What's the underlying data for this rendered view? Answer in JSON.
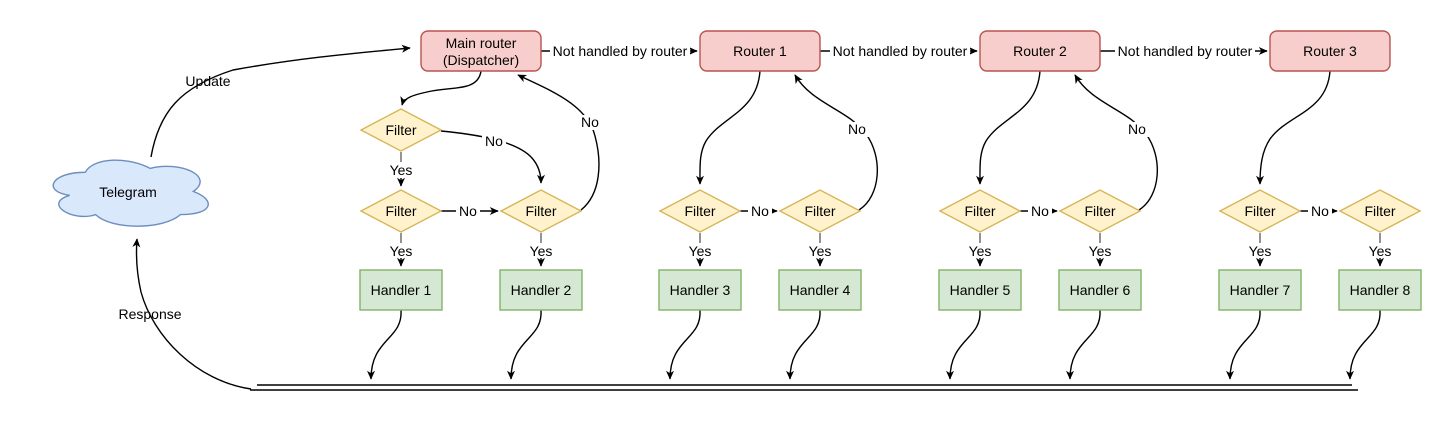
{
  "colors": {
    "background": "#ffffff",
    "cloud_fill": "#dae8fc",
    "cloud_stroke": "#6c8ebf",
    "router_fill": "#f8cecc",
    "router_stroke": "#b85450",
    "filter_fill": "#fff2cc",
    "filter_stroke": "#d6b656",
    "handler_fill": "#d5e8d4",
    "handler_stroke": "#82b366",
    "edge": "#000000",
    "edge_stub": "#666666",
    "text": "#000000"
  },
  "cloud": {
    "label": "Telegram"
  },
  "edges": {
    "update_label": "Update",
    "response_label": "Response",
    "not_handled_labels": [
      "Not handled by router",
      "Not handled by router",
      "Not handled by router"
    ],
    "yes_labels": [
      "Yes",
      "Yes",
      "Yes",
      "Yes",
      "Yes",
      "Yes",
      "Yes",
      "Yes",
      "Yes"
    ],
    "no_labels": [
      "No",
      "No",
      "No",
      "No",
      "No",
      "No",
      "No",
      "No"
    ]
  },
  "routers": {
    "main": {
      "line1": "Main router",
      "line2": "(Dispatcher)"
    },
    "sub": [
      {
        "label": "Router 1"
      },
      {
        "label": "Router 2"
      },
      {
        "label": "Router 3"
      }
    ]
  },
  "filters": [
    "Filter",
    "Filter",
    "Filter",
    "Filter",
    "Filter",
    "Filter",
    "Filter",
    "Filter",
    "Filter"
  ],
  "handlers": [
    "Handler 1",
    "Handler 2",
    "Handler 3",
    "Handler 4",
    "Handler 5",
    "Handler 6",
    "Handler 7",
    "Handler 8"
  ]
}
